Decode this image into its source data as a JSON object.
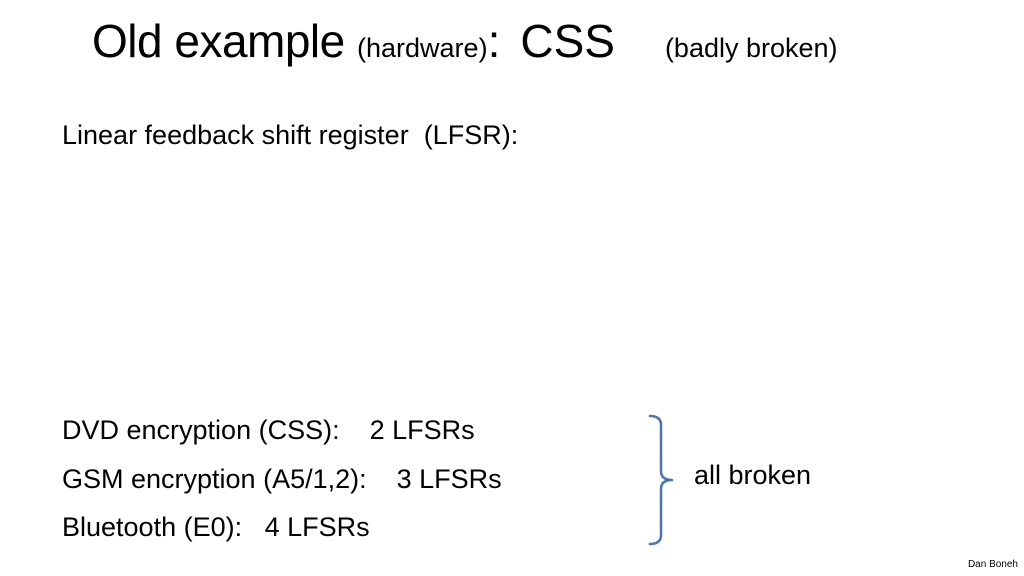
{
  "slide": {
    "title": {
      "main": "Old example ",
      "hardware": "(hardware)",
      "colon": ":",
      "css": "CSS",
      "badly_broken": "(badly broken)"
    },
    "lfsr_heading": "Linear feedback shift register  (LFSR):",
    "examples": [
      "DVD encryption (CSS):    2 LFSRs",
      "GSM encryption (A5/1,2):    3 LFSRs",
      "Bluetooth (E0):   4 LFSRs"
    ],
    "brace_label": "all broken",
    "author": "Dan Boneh",
    "colors": {
      "brace": "#4a74b8",
      "text": "#000000",
      "background": "#ffffff"
    }
  }
}
